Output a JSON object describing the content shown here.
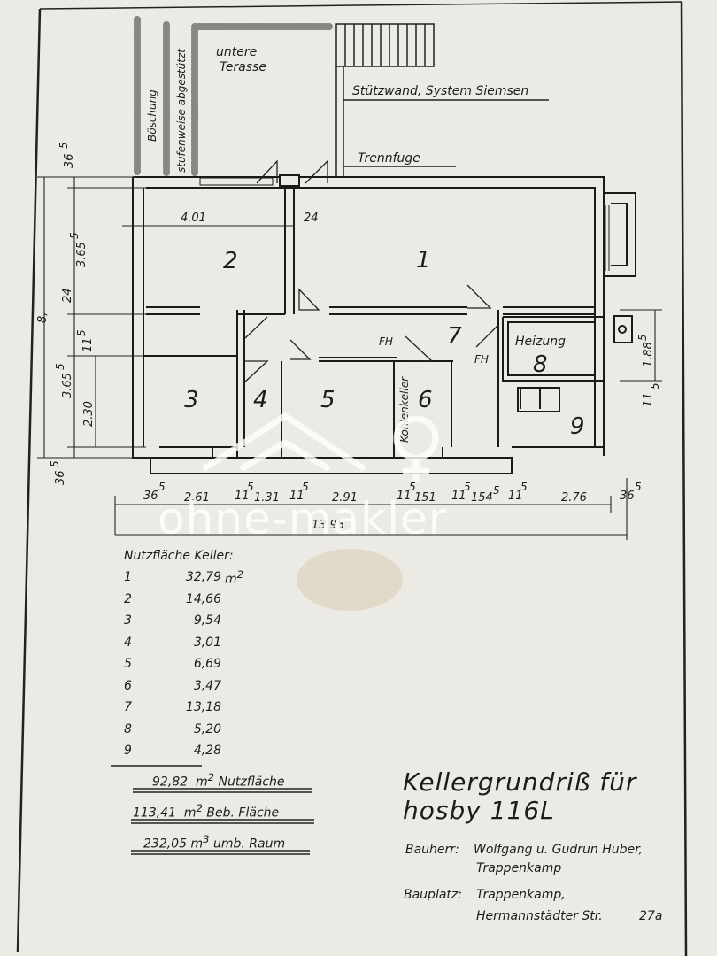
{
  "plan": {
    "annotations": {
      "terrace": [
        "untere",
        "Terasse"
      ],
      "slope": [
        "Böschung",
        "stufenweise abgestützt"
      ],
      "retaining_wall": "Stützwand, System Siemsen",
      "joint": "Trennfuge",
      "chimney_left": "FH",
      "chimney_right": "FH",
      "heating": "Heizung",
      "coal_cellar": "Kohlenkeller"
    },
    "rooms": [
      "1",
      "2",
      "3",
      "4",
      "5",
      "6",
      "7",
      "8",
      "9"
    ],
    "dimensions": {
      "room2_width": "4.01",
      "wall_24": "24",
      "top_36": "36",
      "top_36_sup": "5",
      "left_365": "3.65",
      "left_365_sup": "5",
      "left_24": "24",
      "left_8": "8,",
      "left_11": "11",
      "left_11_sup": "5",
      "left_365b": "3.65",
      "left_365b_sup": "5",
      "left_230": "2.30",
      "bottom_36": "36",
      "bottom_36_sup": "5",
      "right_188": "1.88",
      "right_188_sup": "5",
      "right_11": "11",
      "right_11_sup": "5",
      "b_36": "36",
      "b_36_sup": "5",
      "b_261": "2.61",
      "b_11a": "11",
      "b_11a_sup": "5",
      "b_131": "1.31",
      "b_11b": "11",
      "b_11b_sup": "5",
      "b_291": "2.91",
      "b_11c": "11",
      "b_11c_sup": "5",
      "b_151": "151",
      "b_11d": "11",
      "b_11d_sup": "5",
      "b_154": "154",
      "b_154_sup": "5",
      "b_11e": "11",
      "b_11e_sup": "5",
      "b_276": "2.76",
      "b_36r": "36",
      "b_36r_sup": "5",
      "total": "13.95"
    },
    "watermark": "ohne-makler"
  },
  "areas": {
    "heading": "Nutzfläche  Keller:",
    "unit": "m",
    "unit_sup": "2",
    "items": [
      {
        "no": "1",
        "value": "32,79"
      },
      {
        "no": "2",
        "value": "14,66"
      },
      {
        "no": "3",
        "value": "9,54"
      },
      {
        "no": "4",
        "value": "3,01"
      },
      {
        "no": "5",
        "value": "6,69"
      },
      {
        "no": "6",
        "value": "3,47"
      },
      {
        "no": "7",
        "value": "13,18"
      },
      {
        "no": "8",
        "value": "5,20"
      },
      {
        "no": "9",
        "value": "4,28"
      }
    ],
    "total_usable": "92,82",
    "total_usable_label": "Nutzfläche",
    "built_area": "113,41",
    "built_area_label": "Beb. Fläche",
    "volume": "232,05",
    "volume_unit_sup": "3",
    "volume_label": "umb. Raum"
  },
  "title": {
    "line1": "Kellergrundriß  für",
    "line2": "hosby  116L"
  },
  "meta": {
    "client_label": "Bauherr:",
    "client": "Wolfgang u. Gudrun Huber,",
    "client_city": "Trappenkamp",
    "site_label": "Bauplatz:",
    "site": "Trappenkamp,",
    "street": "Hermannstädter Str.",
    "number": "27a"
  }
}
